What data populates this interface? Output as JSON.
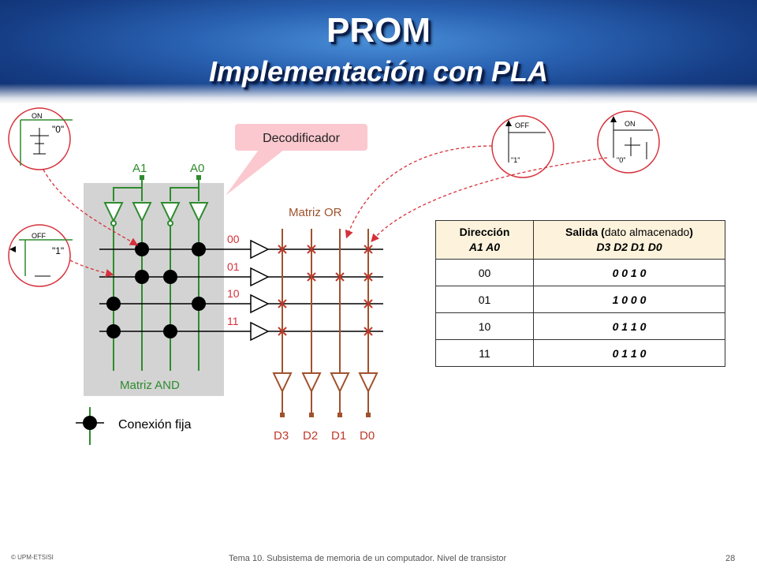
{
  "header": {
    "title": "PROM",
    "subtitle": "Implementación con PLA"
  },
  "diagram": {
    "callout": "Decodificador",
    "inputs": [
      "A1",
      "A0"
    ],
    "and_label": "Matriz AND",
    "or_label": "Matriz OR",
    "rows": [
      "00",
      "01",
      "10",
      "11"
    ],
    "outputs": [
      "D3",
      "D2",
      "D1",
      "D0"
    ],
    "legend_label": "Conexión fija",
    "insets": {
      "left_top": {
        "state": "ON",
        "value": "\"0\""
      },
      "left_mid": {
        "state": "OFF",
        "value": "\"1\""
      },
      "right_a": {
        "state": "OFF",
        "value": "\"1\""
      },
      "right_b": {
        "state": "ON",
        "value": "\"0\""
      }
    },
    "colors": {
      "and_wires": "#2e8b2e",
      "or_wires": "#a0522d",
      "cross": "#c0392b",
      "callout": "#fbc8cf"
    }
  },
  "table": {
    "col1_header": "Dirección",
    "col1_sub": "A1 A0",
    "col2_header_bold": "Salida",
    "col2_header_paren_open": " (",
    "col2_header_light": "dato almacenado",
    "col2_header_paren_close": ")",
    "col2_sub": "D3 D2 D1 D0",
    "rows": [
      {
        "address": "00",
        "data": "0 0 1 0"
      },
      {
        "address": "01",
        "data": "1 0 0 0"
      },
      {
        "address": "10",
        "data": "0 1 1 0"
      },
      {
        "address": "11",
        "data": "0 1 1 0"
      }
    ]
  },
  "footer": {
    "left": "© UPM-ETSISI",
    "center": "Tema 10. Subsistema de memoria de un computador. Nivel de transistor",
    "page": "28"
  }
}
